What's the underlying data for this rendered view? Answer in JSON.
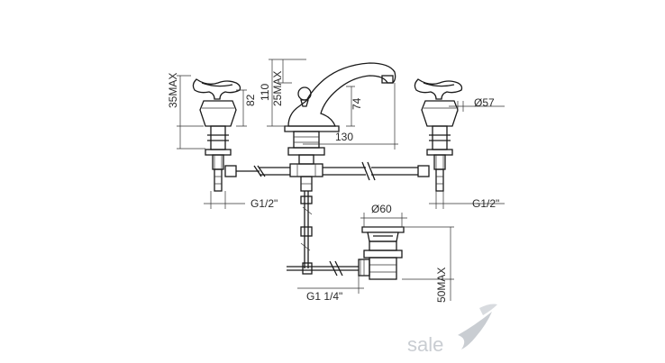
{
  "dimensions": {
    "left_handle_height": "35MAX",
    "left_handle_lower": "82",
    "spout_height": "110",
    "spout_offset": "25MAX",
    "spout_body": "74",
    "spout_reach": "130",
    "handle_diameter": "Ø57",
    "left_thread": "G1/2\"",
    "right_thread": "G1/2\"",
    "drain_diameter": "Ø60",
    "drain_thread": "G1 1/4\"",
    "drain_height": "50MAX"
  },
  "logo": {
    "text": "sale"
  },
  "colors": {
    "line": "#1a1a1a",
    "logo": "#c9cdd2"
  }
}
